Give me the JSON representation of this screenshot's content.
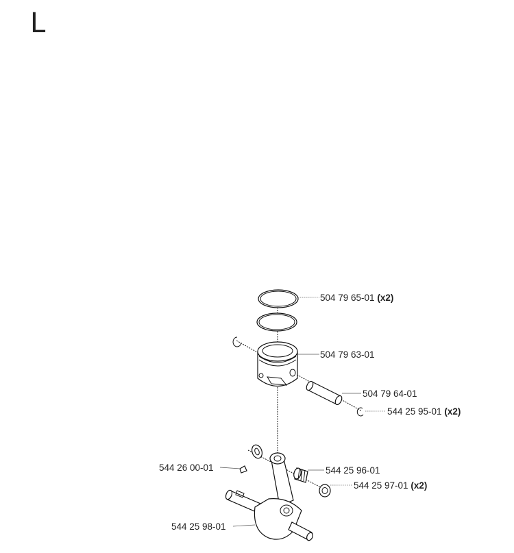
{
  "section_letter": "L",
  "parts": [
    {
      "id": "p1",
      "number": "504 79 65-01",
      "qty": "(x2)"
    },
    {
      "id": "p2",
      "number": "504 79 63-01",
      "qty": ""
    },
    {
      "id": "p3",
      "number": "504 79 64-01",
      "qty": ""
    },
    {
      "id": "p4",
      "number": "544 25 95-01",
      "qty": "(x2)"
    },
    {
      "id": "p5",
      "number": "544 26 00-01",
      "qty": ""
    },
    {
      "id": "p6",
      "number": "544 25 96-01",
      "qty": ""
    },
    {
      "id": "p7",
      "number": "544 25 97-01",
      "qty": "(x2)"
    },
    {
      "id": "p8",
      "number": "544 25 98-01",
      "qty": ""
    }
  ]
}
